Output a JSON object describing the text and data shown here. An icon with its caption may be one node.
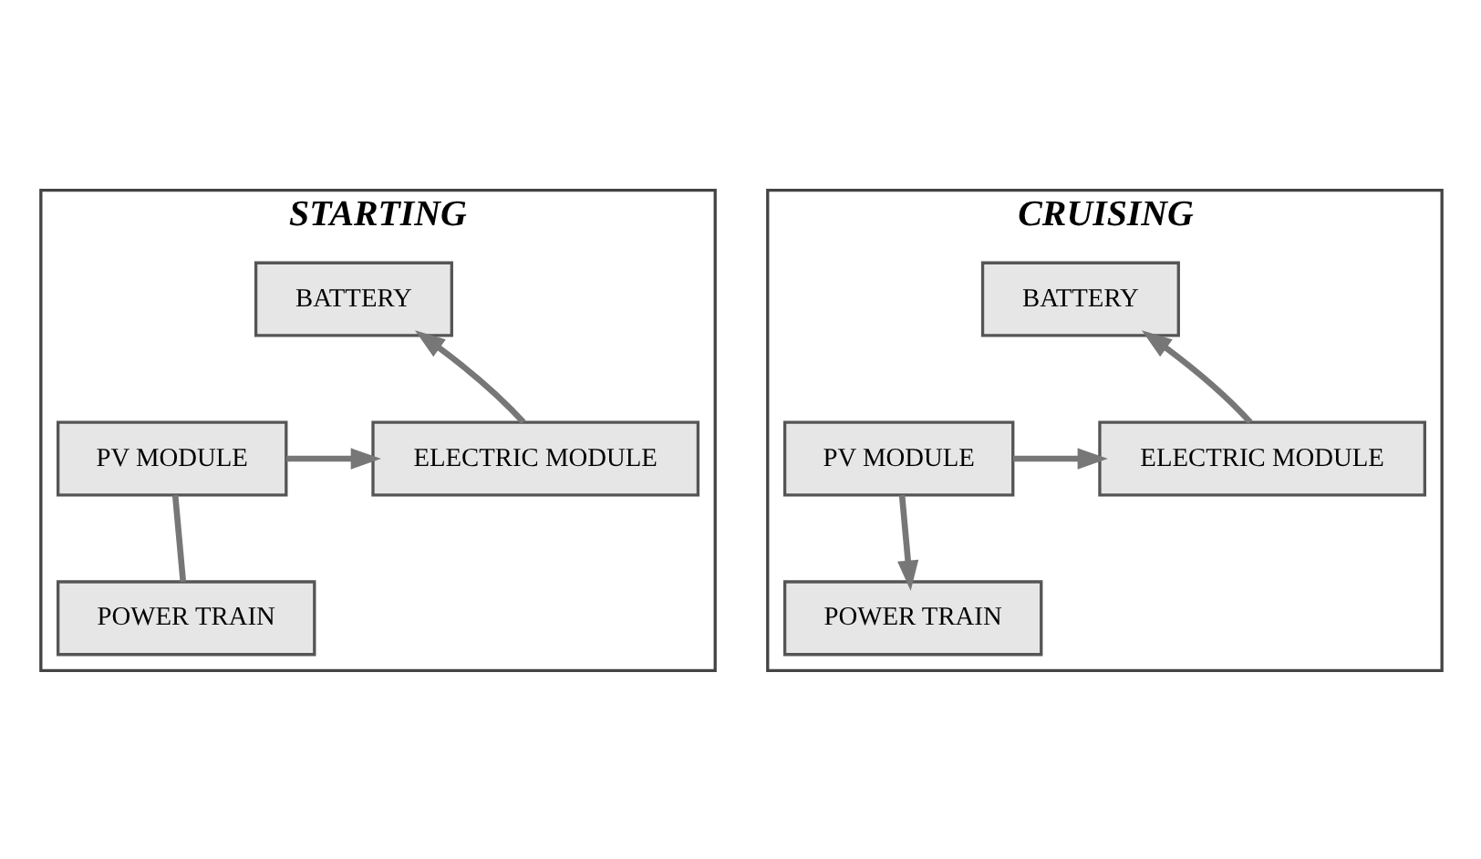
{
  "diagram": {
    "nodes": [
      {
        "text": [
          "STARTING"
        ]
      },
      {
        "text": [
          "BATTERY"
        ],
        "in": 0
      },
      {
        "text": [
          "PV MODULE"
        ],
        "in": 0
      },
      {
        "text": [
          "ELECTRIC MODULE"
        ],
        "in": 0
      },
      {
        "text": [
          "POWER TRAIN"
        ],
        "in": 0
      },
      {
        "text": [
          "CRUISING"
        ]
      },
      {
        "text": [
          "BATTERY"
        ],
        "in": 5
      },
      {
        "text": [
          "PV MODULE"
        ],
        "in": 5
      },
      {
        "text": [
          "ELECTRIC MODULE"
        ],
        "in": 5
      },
      {
        "text": [
          "POWER TRAIN"
        ],
        "in": 5
      }
    ],
    "edges": [
      {
        "from": 2,
        "to": 3,
        "arrow": "to"
      },
      {
        "from": 3,
        "to": 1,
        "arrow": "to"
      },
      {
        "from": 2,
        "to": 4,
        "arrow": "none"
      },
      {
        "from": 7,
        "to": 8,
        "arrow": "to"
      },
      {
        "from": 8,
        "to": 6,
        "arrow": "to"
      },
      {
        "from": 7,
        "to": 9,
        "arrow": "to"
      }
    ]
  }
}
